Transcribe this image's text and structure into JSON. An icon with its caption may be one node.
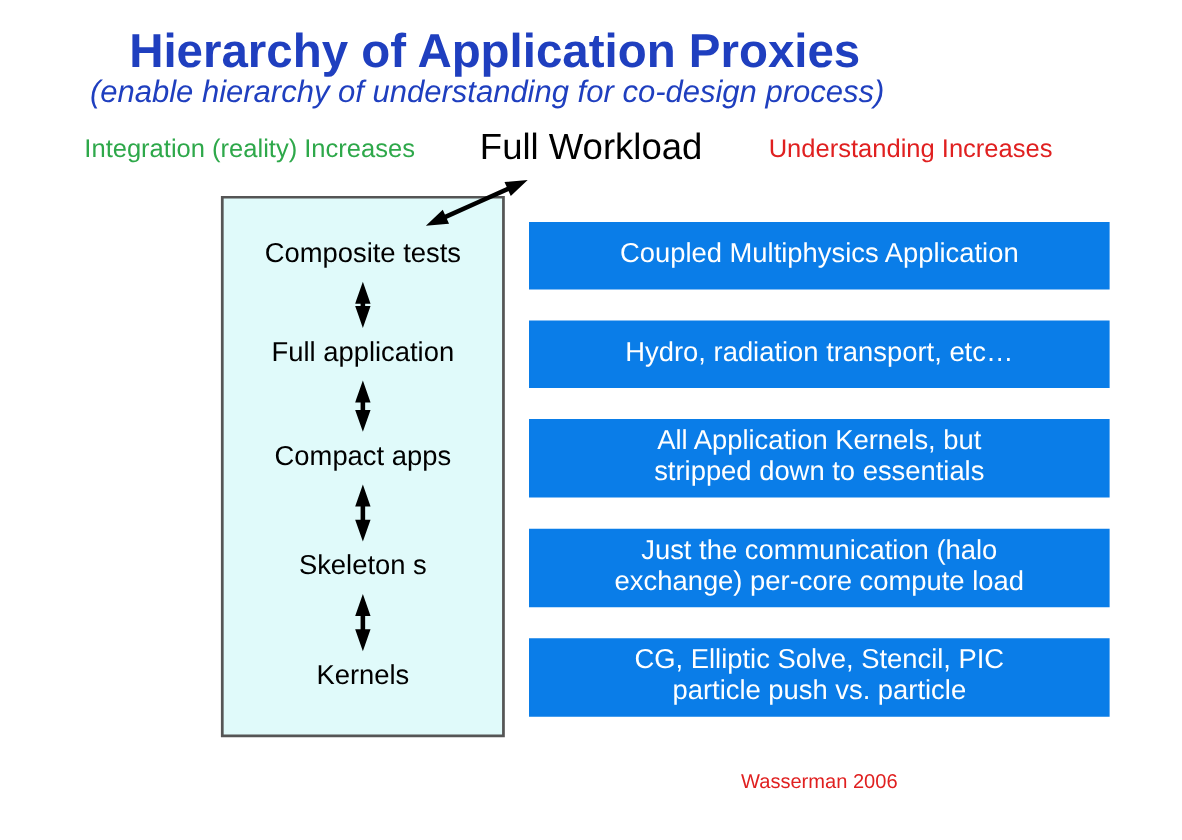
{
  "diagram": {
    "title": "Hierarchy of Application Proxies",
    "caption": "(enable hierarchy of understanding for co-design process)",
    "nodes": [
      {
        "text": [
          "Full Workload"
        ]
      },
      {
        "text": [],
        "shape": "box"
      },
      {
        "text": [
          "Composite tests"
        ],
        "in": 1
      },
      {
        "text": [
          "Full application"
        ],
        "in": 1
      },
      {
        "text": [
          "Compact apps"
        ],
        "in": 1
      },
      {
        "text": [
          "Skeleton s"
        ],
        "in": 1
      },
      {
        "text": [
          "Kernels"
        ],
        "in": 1
      },
      {
        "text": [
          "Coupled Multiphysics Application"
        ]
      },
      {
        "text": [
          "Hydro, radiation transport, etc…"
        ]
      },
      {
        "text": [
          "All Application Kernels, but stripped down to essentials"
        ]
      },
      {
        "text": [
          "Just the communication (halo exchange) per-core compute load"
        ]
      },
      {
        "text": [
          "CG, Elliptic Solve, Stencil, PIC particle push vs. particle"
        ]
      }
    ],
    "edges": [
      {
        "from": 0,
        "to": 2,
        "arrow": "both"
      },
      {
        "from": 2,
        "to": 3,
        "arrow": "both"
      },
      {
        "from": 3,
        "to": 4,
        "arrow": "both"
      },
      {
        "from": 4,
        "to": 5,
        "arrow": "both"
      },
      {
        "from": 5,
        "to": 6,
        "arrow": "both"
      }
    ],
    "labels": [
      "Integration (reality) Increases",
      "Understanding Increases",
      "Wasserman 2006"
    ]
  }
}
